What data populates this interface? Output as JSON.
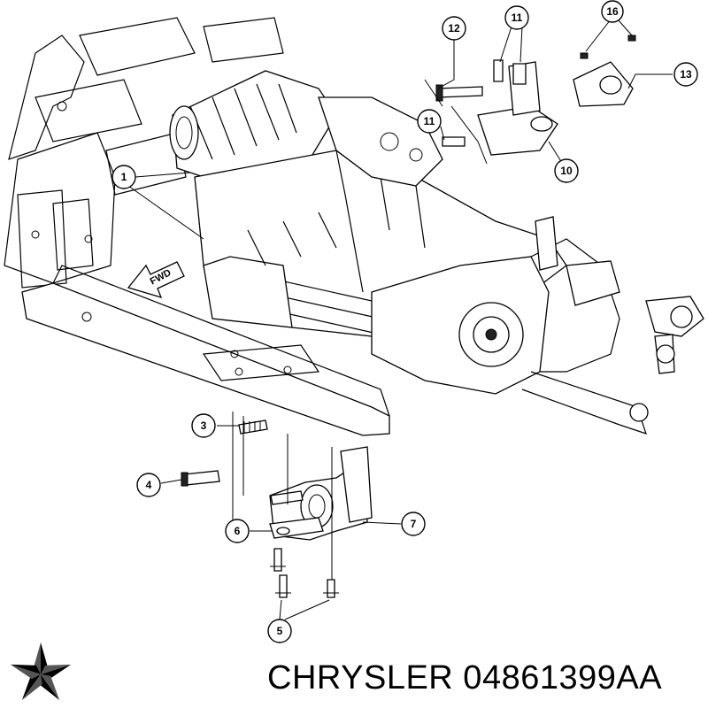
{
  "diagram": {
    "fwd_label": "FWD",
    "callouts": [
      {
        "id": "c1",
        "label": "1"
      },
      {
        "id": "c3",
        "label": "3"
      },
      {
        "id": "c4",
        "label": "4"
      },
      {
        "id": "c5",
        "label": "5"
      },
      {
        "id": "c6",
        "label": "6"
      },
      {
        "id": "c7",
        "label": "7"
      },
      {
        "id": "c10",
        "label": "10"
      },
      {
        "id": "c11a",
        "label": "11"
      },
      {
        "id": "c11b",
        "label": "11"
      },
      {
        "id": "c12",
        "label": "12"
      },
      {
        "id": "c13",
        "label": "13"
      },
      {
        "id": "c16",
        "label": "16"
      }
    ]
  },
  "footer": {
    "brand_part": "CHRYSLER 04861399AA"
  }
}
